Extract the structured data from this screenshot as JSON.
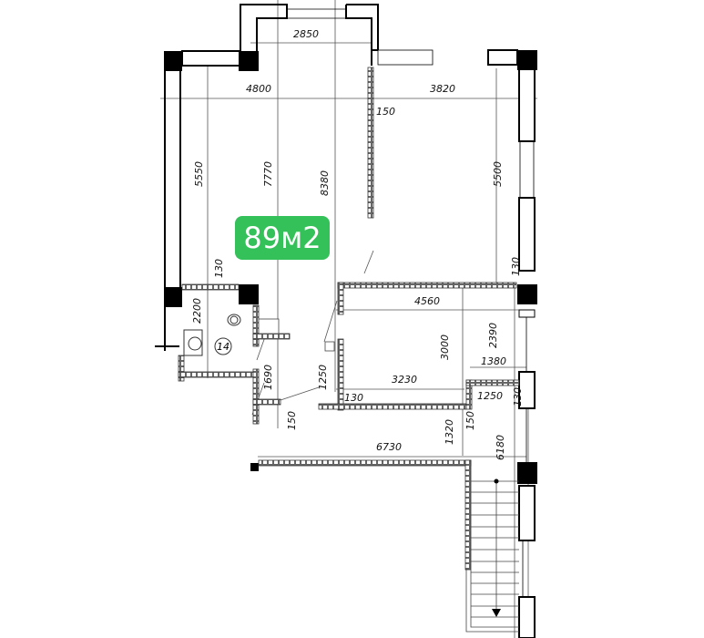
{
  "plan": {
    "area_label": "89м2",
    "room_number": "14",
    "colors": {
      "badge": "#34c15a",
      "badge_text": "#ffffff",
      "wall": "#000000",
      "dim_line": "#333333"
    },
    "dimensions": {
      "top_opening": "2850",
      "left_room_width": "4800",
      "right_room_width": "3820",
      "partition_thickness": "150",
      "left_height": "5550",
      "mid_height": "7770",
      "total_height": "8380",
      "right_height": "5500",
      "left_offset": "130",
      "right_offset": "130",
      "bath_height": "2200",
      "middle_room_width": "4560",
      "middle_room_height": "3000",
      "right_lower_height": "2390",
      "small_width": "1380",
      "corridor_width": "3230",
      "corridor_offset": "130",
      "small_room_width": "1250",
      "small_room_offset": "130",
      "wall_1690": "1690",
      "door_1250": "1250",
      "wall_150_left": "150",
      "wall_150_right": "150",
      "corridor_height": "1320",
      "bottom_width": "6730",
      "stair_length": "6180"
    }
  }
}
